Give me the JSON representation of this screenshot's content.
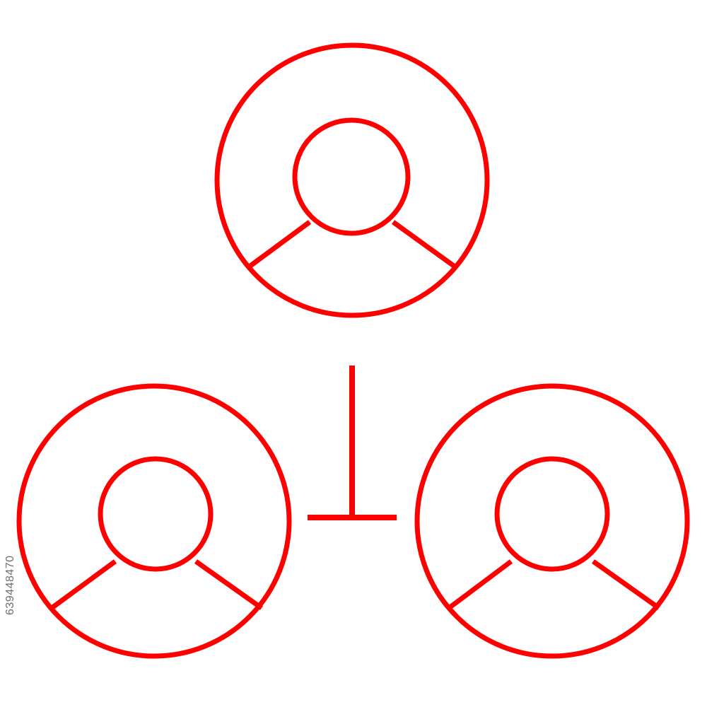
{
  "icon": {
    "name": "user-network-hierarchy-icon",
    "stroke_color": "#ff0000",
    "background_color": "#ffffff",
    "users": [
      {
        "id": "top",
        "icon": "user-avatar-icon"
      },
      {
        "id": "bottom-left",
        "icon": "user-avatar-icon"
      },
      {
        "id": "bottom-right",
        "icon": "user-avatar-icon"
      }
    ],
    "connector": {
      "icon": "tee-connector-icon"
    }
  },
  "watermark": {
    "stock_id": "639448470",
    "text_color": "#6f6f6f"
  }
}
